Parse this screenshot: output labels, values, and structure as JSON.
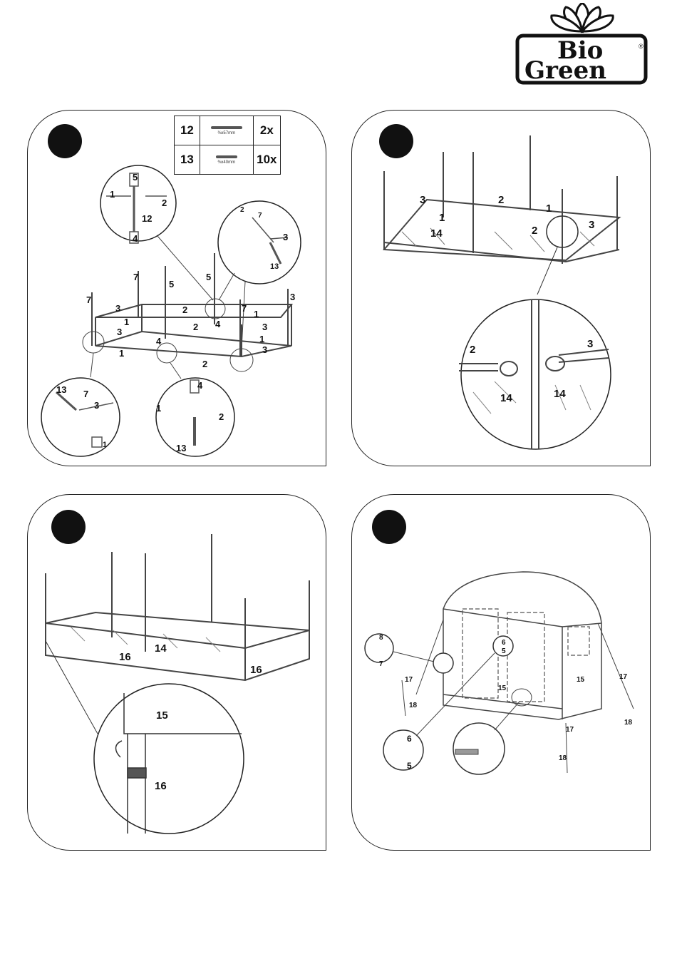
{
  "brand": {
    "line1": "Bio",
    "line2": "Green",
    "registered": "®"
  },
  "parts_table": [
    {
      "id": "12",
      "size": "⅜x57mm",
      "qty": "2x"
    },
    {
      "id": "13",
      "size": "⅜x40mm",
      "qty": "10x"
    }
  ],
  "steps": [
    {
      "labels": [
        "5",
        "1",
        "2",
        "12",
        "4",
        "2",
        "7",
        "3",
        "13",
        "7",
        "5",
        "5",
        "7",
        "3",
        "2",
        "1",
        "2",
        "3",
        "4",
        "1",
        "7",
        "1",
        "3",
        "3",
        "1",
        "4",
        "2",
        "3",
        "13",
        "7",
        "3",
        "1",
        "4",
        "1",
        "2",
        "13"
      ]
    },
    {
      "labels": [
        "3",
        "2",
        "1",
        "1",
        "14",
        "2",
        "3",
        "2",
        "3",
        "14",
        "14"
      ]
    },
    {
      "labels": [
        "16",
        "14",
        "16",
        "15",
        "16"
      ]
    },
    {
      "labels": [
        "8",
        "7",
        "17",
        "18",
        "6",
        "5",
        "15",
        "15",
        "17",
        "18",
        "17",
        "18",
        "6",
        "5"
      ]
    }
  ]
}
